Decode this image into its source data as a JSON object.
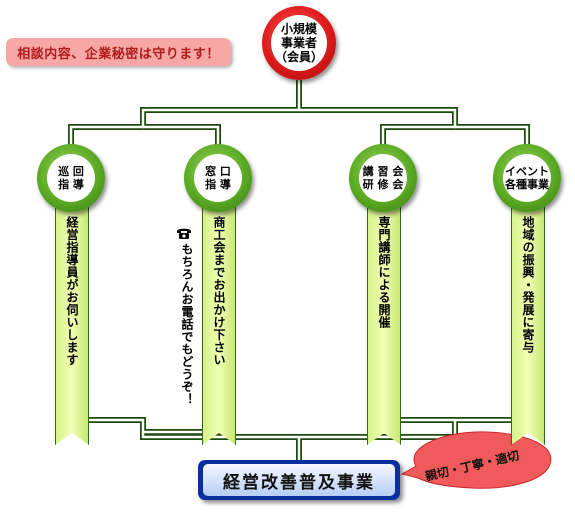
{
  "note": "相談内容、企業秘密は守ります！",
  "member": {
    "lines": [
      "小規模",
      "事業者",
      "（会員）"
    ]
  },
  "nodes": [
    {
      "title_lines": [
        "巡 回",
        "指 導"
      ],
      "ribbon": "経営指導員がお伺いします"
    },
    {
      "title_lines": [
        "窓 口",
        "指 導"
      ],
      "ribbon": "商工会までお出かけ下さい"
    },
    {
      "title_lines": [
        "講 習 会",
        "研 修 会"
      ],
      "ribbon": "専門講師による開催"
    },
    {
      "title_lines": [
        "イベント",
        "各種事業"
      ],
      "ribbon": "地域の振興・発展に寄与"
    }
  ],
  "phone_note": "もちろんお電話でもどうぞ！",
  "final": "経営改善普及事業",
  "bubble": "親切・丁寧・適切"
}
